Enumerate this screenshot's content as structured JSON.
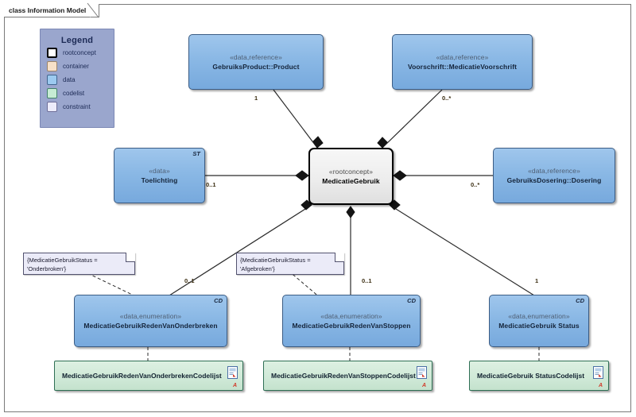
{
  "diagram": {
    "frame_title": "class Information Model",
    "kind": "uml-class-diagram"
  },
  "legend": {
    "title": "Legend",
    "items": [
      {
        "label": "rootconcept",
        "swatch": "rootconcept",
        "color": "#ffffff"
      },
      {
        "label": "container",
        "swatch": "container",
        "color": "#f7e0c8"
      },
      {
        "label": "data",
        "swatch": "data",
        "color": "#9ccaf0"
      },
      {
        "label": "codelist",
        "swatch": "codelist",
        "color": "#c6ecd4"
      },
      {
        "label": "constraint",
        "swatch": "constraint",
        "color": "#ececfb"
      }
    ]
  },
  "nodes": {
    "product": {
      "stereotype": "«data,reference»",
      "name": "GebruiksProduct::Product",
      "badge": ""
    },
    "voorschrift": {
      "stereotype": "«data,reference»",
      "name": "Voorschrift::MedicatieVoorschrift",
      "badge": ""
    },
    "toelichting": {
      "stereotype": "«data»",
      "name": "Toelichting",
      "badge": "ST"
    },
    "root": {
      "stereotype": "«rootconcept»",
      "name": "MedicatieGebruik",
      "badge": ""
    },
    "dosering": {
      "stereotype": "«data,reference»",
      "name": "GebruiksDosering::Dosering",
      "badge": ""
    },
    "redenvanonderbreken": {
      "stereotype": "«data,enumeration»",
      "name": "MedicatieGebruikRedenVanOnderbreken",
      "badge": "CD"
    },
    "redenvanstoppen": {
      "stereotype": "«data,enumeration»",
      "name": "MedicatieGebruikRedenVanStoppen",
      "badge": "CD"
    },
    "status": {
      "stereotype": "«data,enumeration»",
      "name": "MedicatieGebruik Status",
      "badge": "CD"
    },
    "codelist_onderbreken": {
      "name": "MedicatieGebruikRedenVanOnderbrekenCodelijst",
      "icon": "document-icon",
      "mark": "A"
    },
    "codelist_stoppen": {
      "name": "MedicatieGebruikRedenVanStoppenCodelijst",
      "icon": "document-icon",
      "mark": "A"
    },
    "codelist_status": {
      "name": "MedicatieGebruik StatusCodelijst",
      "icon": "document-icon",
      "mark": "A"
    }
  },
  "notes": {
    "onderbroken": {
      "line1": "{MedicatieGebruikStatus =",
      "line2": "'Onderbroken'}"
    },
    "afgebroken": {
      "line1": "{MedicatieGebruikStatus =",
      "line2": "'Afgebroken'}"
    }
  },
  "multiplicities": {
    "product": "1",
    "voorschrift": "0..*",
    "toelichting": "0..1",
    "dosering": "0..*",
    "redenvanonderbreken": "0..1",
    "redenvanstoppen": "0..1",
    "status": "1"
  },
  "colors": {
    "data_fill": "#8ab8e5",
    "codelist_fill": "#cfe9d7",
    "constraint_fill": "#ebebf8",
    "legend_fill": "#9aa6cd",
    "root_fill": "#ededed",
    "edge_stroke": "#2b2b2b",
    "mult_text": "#3a2c10"
  }
}
